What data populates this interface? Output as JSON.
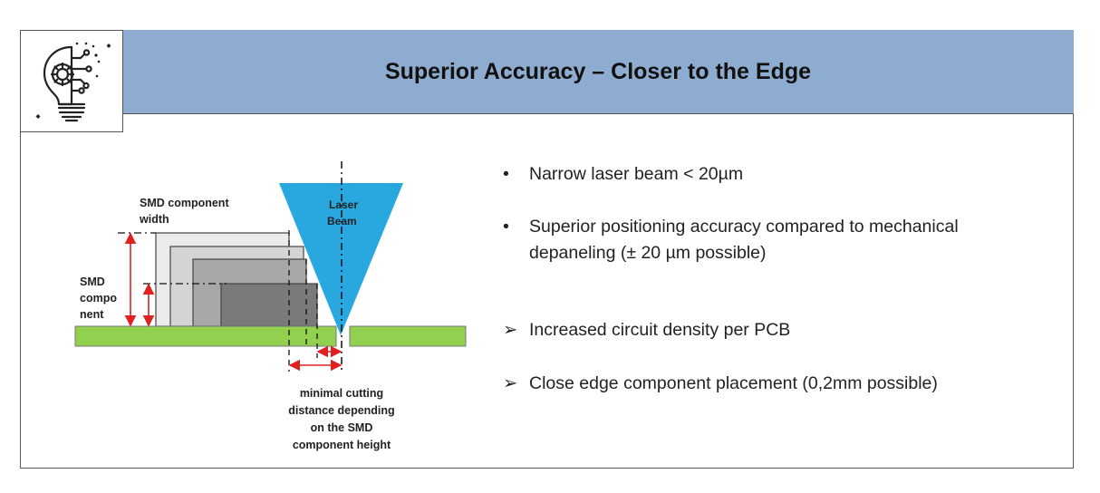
{
  "header": {
    "title": "Superior Accuracy – Closer to the Edge",
    "icon": "lightbulb-gear-circuit-icon"
  },
  "diagram": {
    "label_width": "SMD component width",
    "label_width_line1": "SMD component",
    "label_width_line2": "width",
    "label_height_line1": "SMD",
    "label_height_line2": "compo",
    "label_height_line3": "nent",
    "label_laser_line1": "Laser",
    "label_laser_line2": "Beam",
    "caption_line1": "minimal cutting",
    "caption_line2": "distance depending",
    "caption_line3": "on the SMD",
    "caption_line4": "component height",
    "colors": {
      "laser": "#29a8e0",
      "pcb": "#92d050",
      "arrow": "#e02020"
    }
  },
  "bullets": [
    {
      "marker": "•",
      "text": "Narrow laser beam < 20µm"
    },
    {
      "marker": "•",
      "text": "Superior positioning accuracy compared to mechanical depaneling  (± 20 µm possible)"
    },
    {
      "marker": "➢",
      "text": "Increased circuit density per PCB"
    },
    {
      "marker": "➢",
      "text": "Close edge component placement  (0,2mm possible)"
    }
  ]
}
